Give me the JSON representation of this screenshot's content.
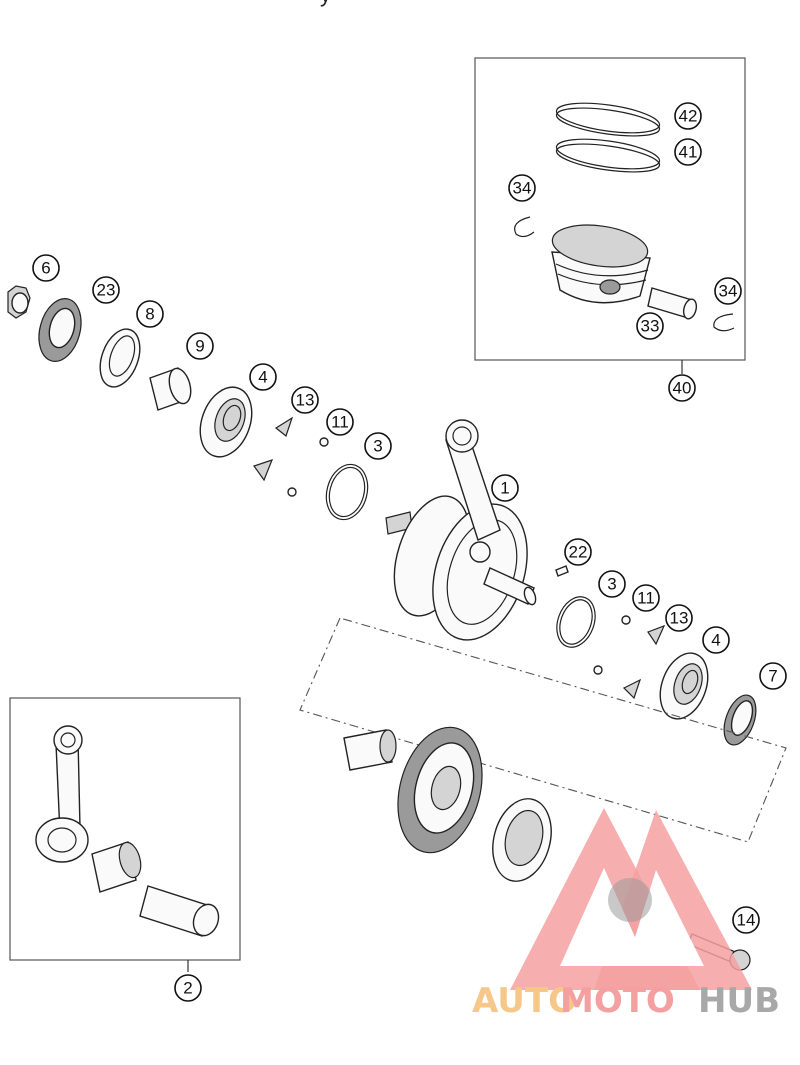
{
  "header": {
    "partial_title": "y"
  },
  "callouts": {
    "c42": "42",
    "c41": "41",
    "c34a": "34",
    "c34b": "34",
    "c33": "33",
    "c40": "40",
    "c6": "6",
    "c23": "23",
    "c8": "8",
    "c9": "9",
    "c4a": "4",
    "c13a": "13",
    "c11a": "11",
    "c3a": "3",
    "c1": "1",
    "c22": "22",
    "c3b": "3",
    "c11b": "11",
    "c13b": "13",
    "c4b": "4",
    "c7": "7",
    "c14": "14",
    "c2": "2"
  },
  "watermark": {
    "part1": "AUTO",
    "part2": "MOTO",
    "part3": "HUB",
    "colors": {
      "auto": "#f5c88a",
      "moto": "#f4a0a0",
      "hub": "#a8a8a8"
    }
  }
}
